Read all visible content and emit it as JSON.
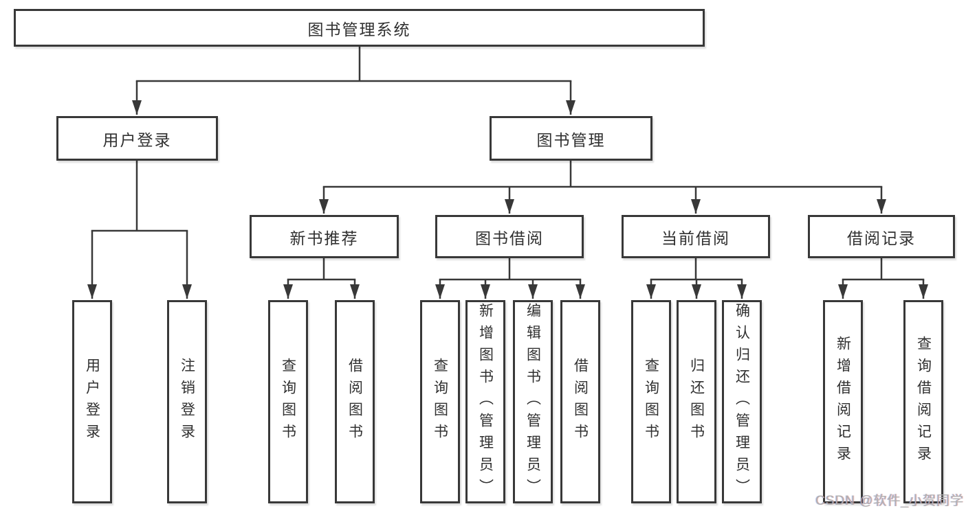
{
  "diagram": {
    "title": "图书管理系统",
    "children": [
      {
        "label": "用户登录",
        "children": [
          {
            "label": "用户登录"
          },
          {
            "label": "注销登录"
          }
        ]
      },
      {
        "label": "图书管理",
        "children": [
          {
            "label": "新书推荐",
            "children": [
              {
                "label": "查询图书"
              },
              {
                "label": "借阅图书"
              }
            ]
          },
          {
            "label": "图书借阅",
            "children": [
              {
                "label": "查询图书"
              },
              {
                "label": "新增图书（管理员）"
              },
              {
                "label": "编辑图书（管理员）"
              },
              {
                "label": "借阅图书"
              }
            ]
          },
          {
            "label": "当前借阅",
            "children": [
              {
                "label": "查询图书"
              },
              {
                "label": "归还图书"
              },
              {
                "label": "确认归还（管理员）"
              }
            ]
          },
          {
            "label": "借阅记录",
            "children": [
              {
                "label": "新增借阅记录"
              },
              {
                "label": "查询借阅记录"
              }
            ]
          }
        ]
      }
    ]
  },
  "watermark": {
    "text": "CSDN @软件_小贺同学"
  },
  "colors": {
    "line": "#383838",
    "text": "#303030",
    "watermark": "#b0b0b0",
    "background": "#ffffff"
  }
}
